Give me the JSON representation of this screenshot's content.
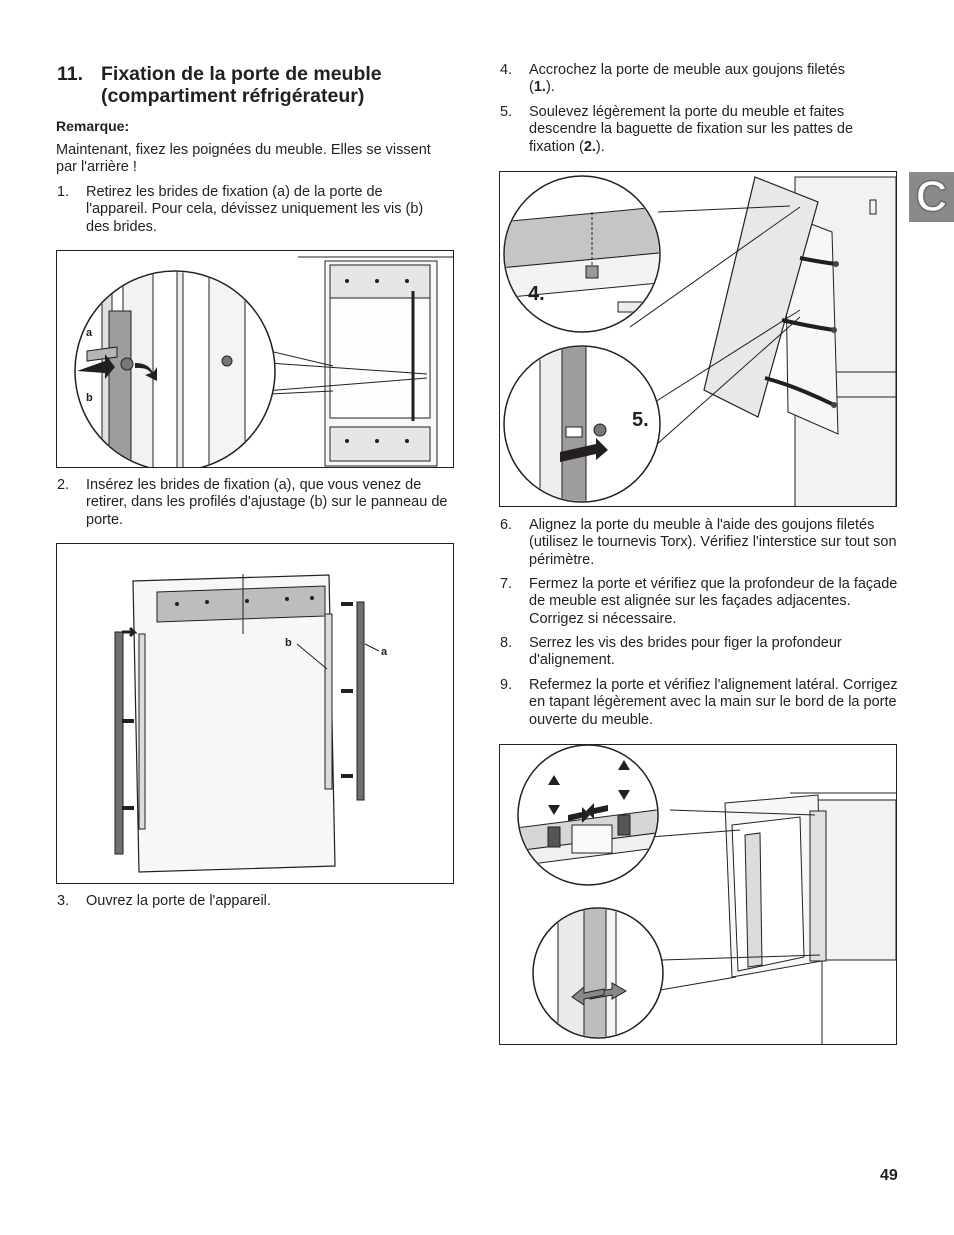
{
  "section": {
    "number": "11.",
    "title": "Fixation de la porte de meuble (compartiment réfrigérateur)"
  },
  "remark": {
    "label": "Remarque:",
    "text": "Maintenant, fixez les poignées du meuble. Elles se vissent par l'arrière !"
  },
  "steps": [
    {
      "num": "1.",
      "text": "Retirez les brides de fixation (a) de la porte de l'appareil. Pour cela, dévissez uniquement les vis (b) des brides."
    },
    {
      "num": "2.",
      "text": "Insérez les brides de fixation (a), que vous venez de retirer, dans les profilés d'ajustage (b) sur le panneau de porte."
    },
    {
      "num": "3.",
      "text": "Ouvrez la porte de l'appareil."
    },
    {
      "num": "4.",
      "text_before": "Accrochez la porte de meuble aux goujons filetés (",
      "bold": "1.",
      "text_after": ")."
    },
    {
      "num": "5.",
      "text_before": "Soulevez légèrement la porte du meuble et faites descendre la baguette de fixation sur les pattes de fixation (",
      "bold": "2.",
      "text_after": ")."
    },
    {
      "num": "6.",
      "text": "Alignez la porte du meuble à l'aide des goujons filetés (utilisez le tournevis Torx). Vérifiez l'interstice sur tout son périmètre."
    },
    {
      "num": "7.",
      "text": "Fermez la porte et vérifiez que la profondeur de la façade de meuble est alignée sur les façades adjacentes. Corrigez si nécessaire."
    },
    {
      "num": "8.",
      "text": "Serrez les vis des brides pour figer la profondeur d'alignement."
    },
    {
      "num": "9.",
      "text": "Refermez la porte et vérifiez l'alignement latéral. Corrigez en tapant légèrement avec la main sur le bord de la porte ouverte du meuble."
    }
  ],
  "figures": {
    "fig1": {
      "label_a": "a",
      "label_b": "b"
    },
    "fig2": {
      "label_a": "a",
      "label_b": "b"
    },
    "fig3": {
      "label_4": "4.",
      "label_5": "5."
    }
  },
  "side_tab": {
    "letter": "C",
    "color": "#8a8a8a"
  },
  "page_number": "49"
}
